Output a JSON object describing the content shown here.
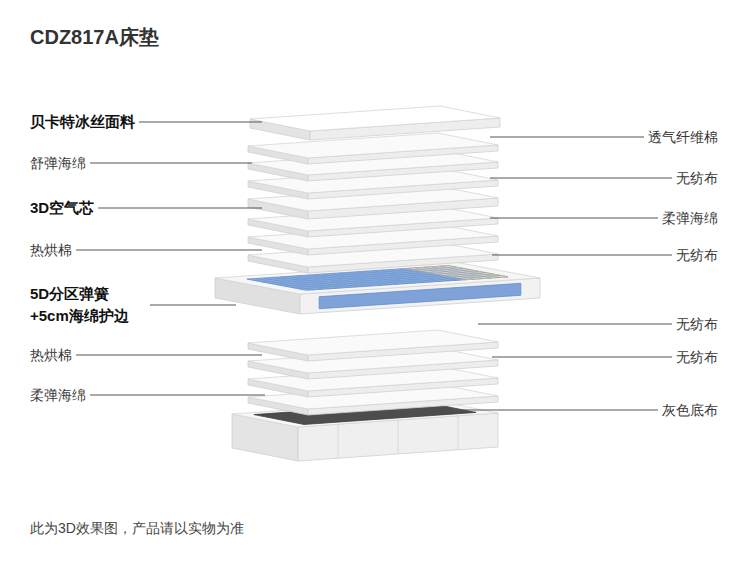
{
  "diagram": {
    "title": "CDZ817A床垫",
    "caption": "此为3D效果图，产品请以实物为准",
    "labels": [
      "贝卡特冰丝面料",
      "透气纤维棉",
      "舒弹海绵",
      "无纺布",
      "3D空气芯",
      "柔弹海绵",
      "热烘棉",
      "无纺布",
      "5D分区弹簧 +5cm海绵护边",
      "无纺布",
      "热烘棉",
      "无纺布",
      "柔弹海绵",
      "灰色底布"
    ]
  }
}
